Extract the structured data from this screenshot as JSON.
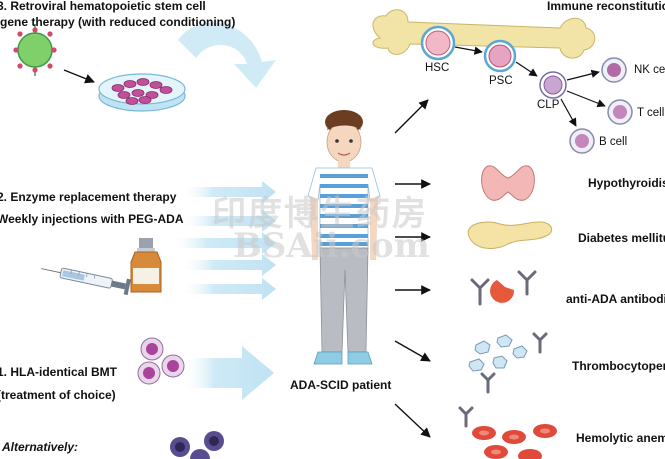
{
  "left": {
    "therapy3": {
      "line1": "3. Retroviral hematopoietic stem cell",
      "line2": "gene therapy (with reduced conditioning)"
    },
    "therapy2": {
      "line1": "2. Enzyme replacement therapy",
      "line2": "Weekly injections with PEG-ADA"
    },
    "therapy1": {
      "line1": "1. HLA-identical BMT",
      "line2": "(treatment of choice)"
    },
    "alternatively": "Alternatively:"
  },
  "center": {
    "patient_label": "ADA-SCID patient"
  },
  "right": {
    "immune_title": "Immune reconstitution",
    "cells": {
      "hsc": "HSC",
      "psc": "PSC",
      "clp": "CLP",
      "nk": "NK cell",
      "t": "T cell",
      "b": "B cell"
    },
    "outcomes": [
      "Hypothyroidism",
      "Diabetes mellitus",
      "anti-ADA antibodies",
      "Thrombocytopenia",
      "Hemolytic anemia"
    ]
  },
  "watermark": {
    "line1": "印度博生药房",
    "line2": "BSAii.com"
  },
  "colors": {
    "arrow_fill": "#cfeaf6",
    "cell_purple": "#b25aa6",
    "rbc_red": "#e04a3a",
    "bone": "#f2e4a6",
    "stripe_blue": "#5a9fd6"
  }
}
